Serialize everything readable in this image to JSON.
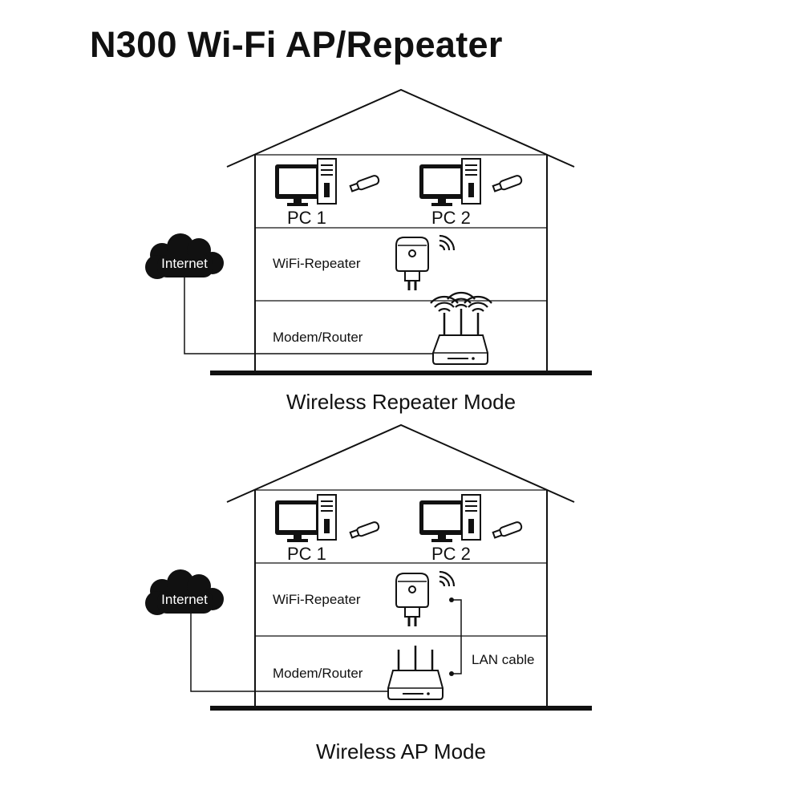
{
  "title": "N300 Wi-Fi AP/Repeater",
  "diagrams": [
    {
      "mode": "Wireless Repeater Mode",
      "labels": {
        "pc1": "PC 1",
        "pc2": "PC 2",
        "repeater": "WiFi-Repeater",
        "router": "Modem/Router",
        "internet": "Internet"
      },
      "wifi_signals": [
        "repeater",
        "router"
      ]
    },
    {
      "mode": "Wireless AP Mode",
      "labels": {
        "pc1": "PC 1",
        "pc2": "PC 2",
        "repeater": "WiFi-Repeater",
        "router": "Modem/Router",
        "internet": "Internet",
        "lan": "LAN cable"
      },
      "wifi_signals": [
        "repeater"
      ]
    }
  ],
  "icons": [
    "cloud-icon",
    "monitor-icon",
    "pc-tower-icon",
    "usb-adapter-icon",
    "repeater-icon",
    "router-icon",
    "wifi-signal-icon"
  ],
  "colors": {
    "line": "#111111",
    "cloud": "#111111",
    "background": "#ffffff"
  }
}
